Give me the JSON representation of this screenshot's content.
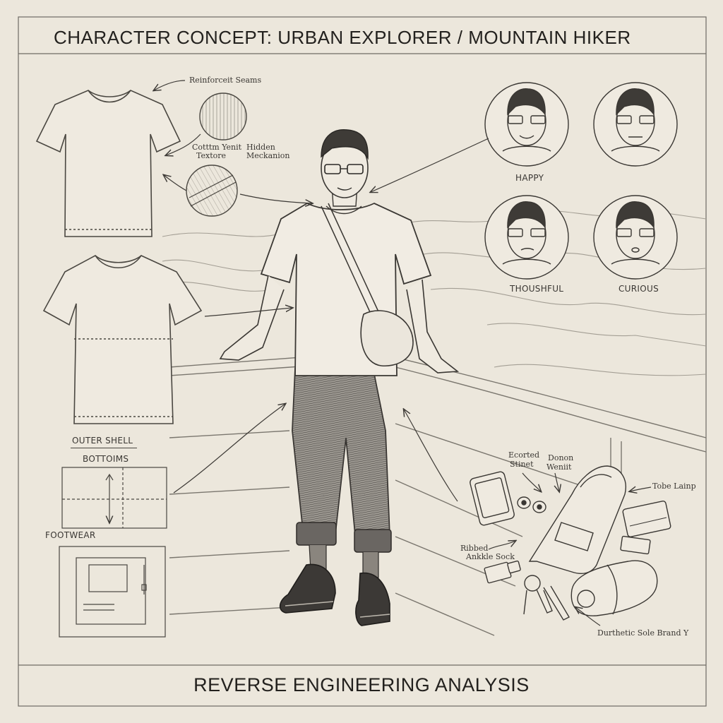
{
  "header": {
    "title": "CHARACTER CONCEPT: URBAN EXPLORER / MOUNTAIN HIKER"
  },
  "footer": {
    "title": "REVERSE ENGINEERING ANALYSIS"
  },
  "annotations": {
    "reinforced_seams": "Reinforceit Seams",
    "cotton_knit_line1": "Cotttm Yenit",
    "cotton_knit_line2": "Textore",
    "hidden_mechanism_line1": "Hidden",
    "hidden_mechanism_line2": "Meckanion",
    "outer_shell": "OUTER SHELL",
    "bottoms": "BOTTOIMS",
    "footwear": "FOOTWEAR",
    "accented_stitch_line1": "Ecorted",
    "accented_stitch_line2": "Stinet",
    "donon_weight_line1": "Donon",
    "donon_weight_line2": "Weniit",
    "tobe_lamp": "Tobe Lainp",
    "ribbed_sock_line1": "Ribbed",
    "ribbed_sock_line2": "Ankkle Sock",
    "sole_brand": "Durthetic Sole Brand Y"
  },
  "expressions": [
    {
      "label": "HAPPY"
    },
    {
      "label": ""
    },
    {
      "label": "THOUSHFUL"
    },
    {
      "label": "CURIOUS"
    }
  ],
  "colors": {
    "paper": "#ece7dc",
    "ink": "#2a2825",
    "pencil": "#5a5650",
    "denim": "#4a4744"
  }
}
